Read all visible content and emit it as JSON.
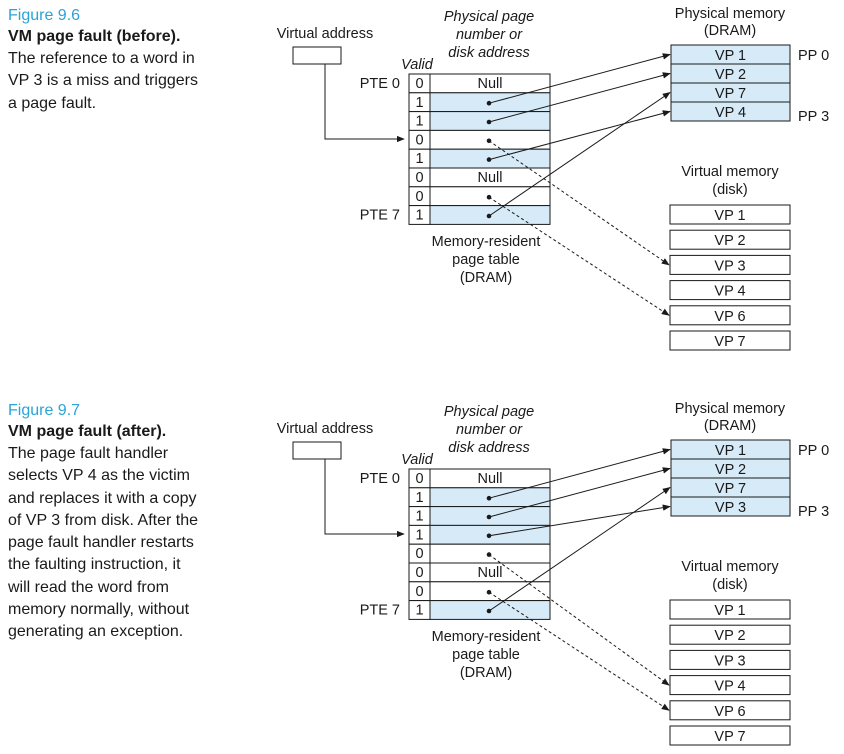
{
  "figures": [
    {
      "number": "Figure 9.6",
      "title": "VM page fault (before).",
      "body_lines": [
        "The reference to a word in",
        "VP 3 is a miss and triggers",
        "a page fault."
      ],
      "diagram": {
        "virtual_address_label": "Virtual address",
        "pte_header": [
          "Physical page",
          "number or",
          "disk address"
        ],
        "valid_label": "Valid",
        "pte_first_label": "PTE 0",
        "pte_last_label": "PTE 7",
        "pte_rows": [
          {
            "valid": "0",
            "entry": "Null"
          },
          {
            "valid": "1",
            "entry": ""
          },
          {
            "valid": "1",
            "entry": ""
          },
          {
            "valid": "0",
            "entry": ""
          },
          {
            "valid": "1",
            "entry": ""
          },
          {
            "valid": "0",
            "entry": "Null"
          },
          {
            "valid": "0",
            "entry": ""
          },
          {
            "valid": "1",
            "entry": ""
          }
        ],
        "page_table_caption": [
          "Memory-resident",
          "page table",
          "(DRAM)"
        ],
        "phys_mem_title": [
          "Physical memory",
          "(DRAM)"
        ],
        "phys_pages": [
          "VP 1",
          "VP 2",
          "VP 7",
          "VP 4"
        ],
        "pp_first_label": "PP 0",
        "pp_last_label": "PP 3",
        "virt_mem_title": [
          "Virtual memory",
          "(disk)"
        ],
        "virt_pages": [
          "VP 1",
          "VP 2",
          "VP 3",
          "VP 4",
          "VP 6",
          "VP 7"
        ]
      }
    },
    {
      "number": "Figure 9.7",
      "title": "VM page fault (after).",
      "body_lines": [
        "The page fault handler",
        "selects VP 4 as the victim",
        "and replaces it with a copy",
        "of VP 3 from disk. After the",
        "page fault handler restarts",
        "the faulting instruction, it",
        "will read the word from",
        "memory normally, without",
        "generating an exception."
      ],
      "diagram": {
        "virtual_address_label": "Virtual address",
        "pte_header": [
          "Physical page",
          "number or",
          "disk address"
        ],
        "valid_label": "Valid",
        "pte_first_label": "PTE 0",
        "pte_last_label": "PTE 7",
        "pte_rows": [
          {
            "valid": "0",
            "entry": "Null"
          },
          {
            "valid": "1",
            "entry": ""
          },
          {
            "valid": "1",
            "entry": ""
          },
          {
            "valid": "1",
            "entry": ""
          },
          {
            "valid": "0",
            "entry": ""
          },
          {
            "valid": "0",
            "entry": "Null"
          },
          {
            "valid": "0",
            "entry": ""
          },
          {
            "valid": "1",
            "entry": ""
          }
        ],
        "page_table_caption": [
          "Memory-resident",
          "page table",
          "(DRAM)"
        ],
        "phys_mem_title": [
          "Physical memory",
          "(DRAM)"
        ],
        "phys_pages": [
          "VP 1",
          "VP 2",
          "VP 7",
          "VP 3"
        ],
        "pp_first_label": "PP 0",
        "pp_last_label": "PP 3",
        "virt_mem_title": [
          "Virtual memory",
          "(disk)"
        ],
        "virt_pages": [
          "VP 1",
          "VP 2",
          "VP 3",
          "VP 4",
          "VP 6",
          "VP 7"
        ]
      }
    }
  ],
  "colors": {
    "resident_fill": "#d6eaf8",
    "border": "#1a1a1a",
    "figure_number": "#2aa3d6"
  }
}
